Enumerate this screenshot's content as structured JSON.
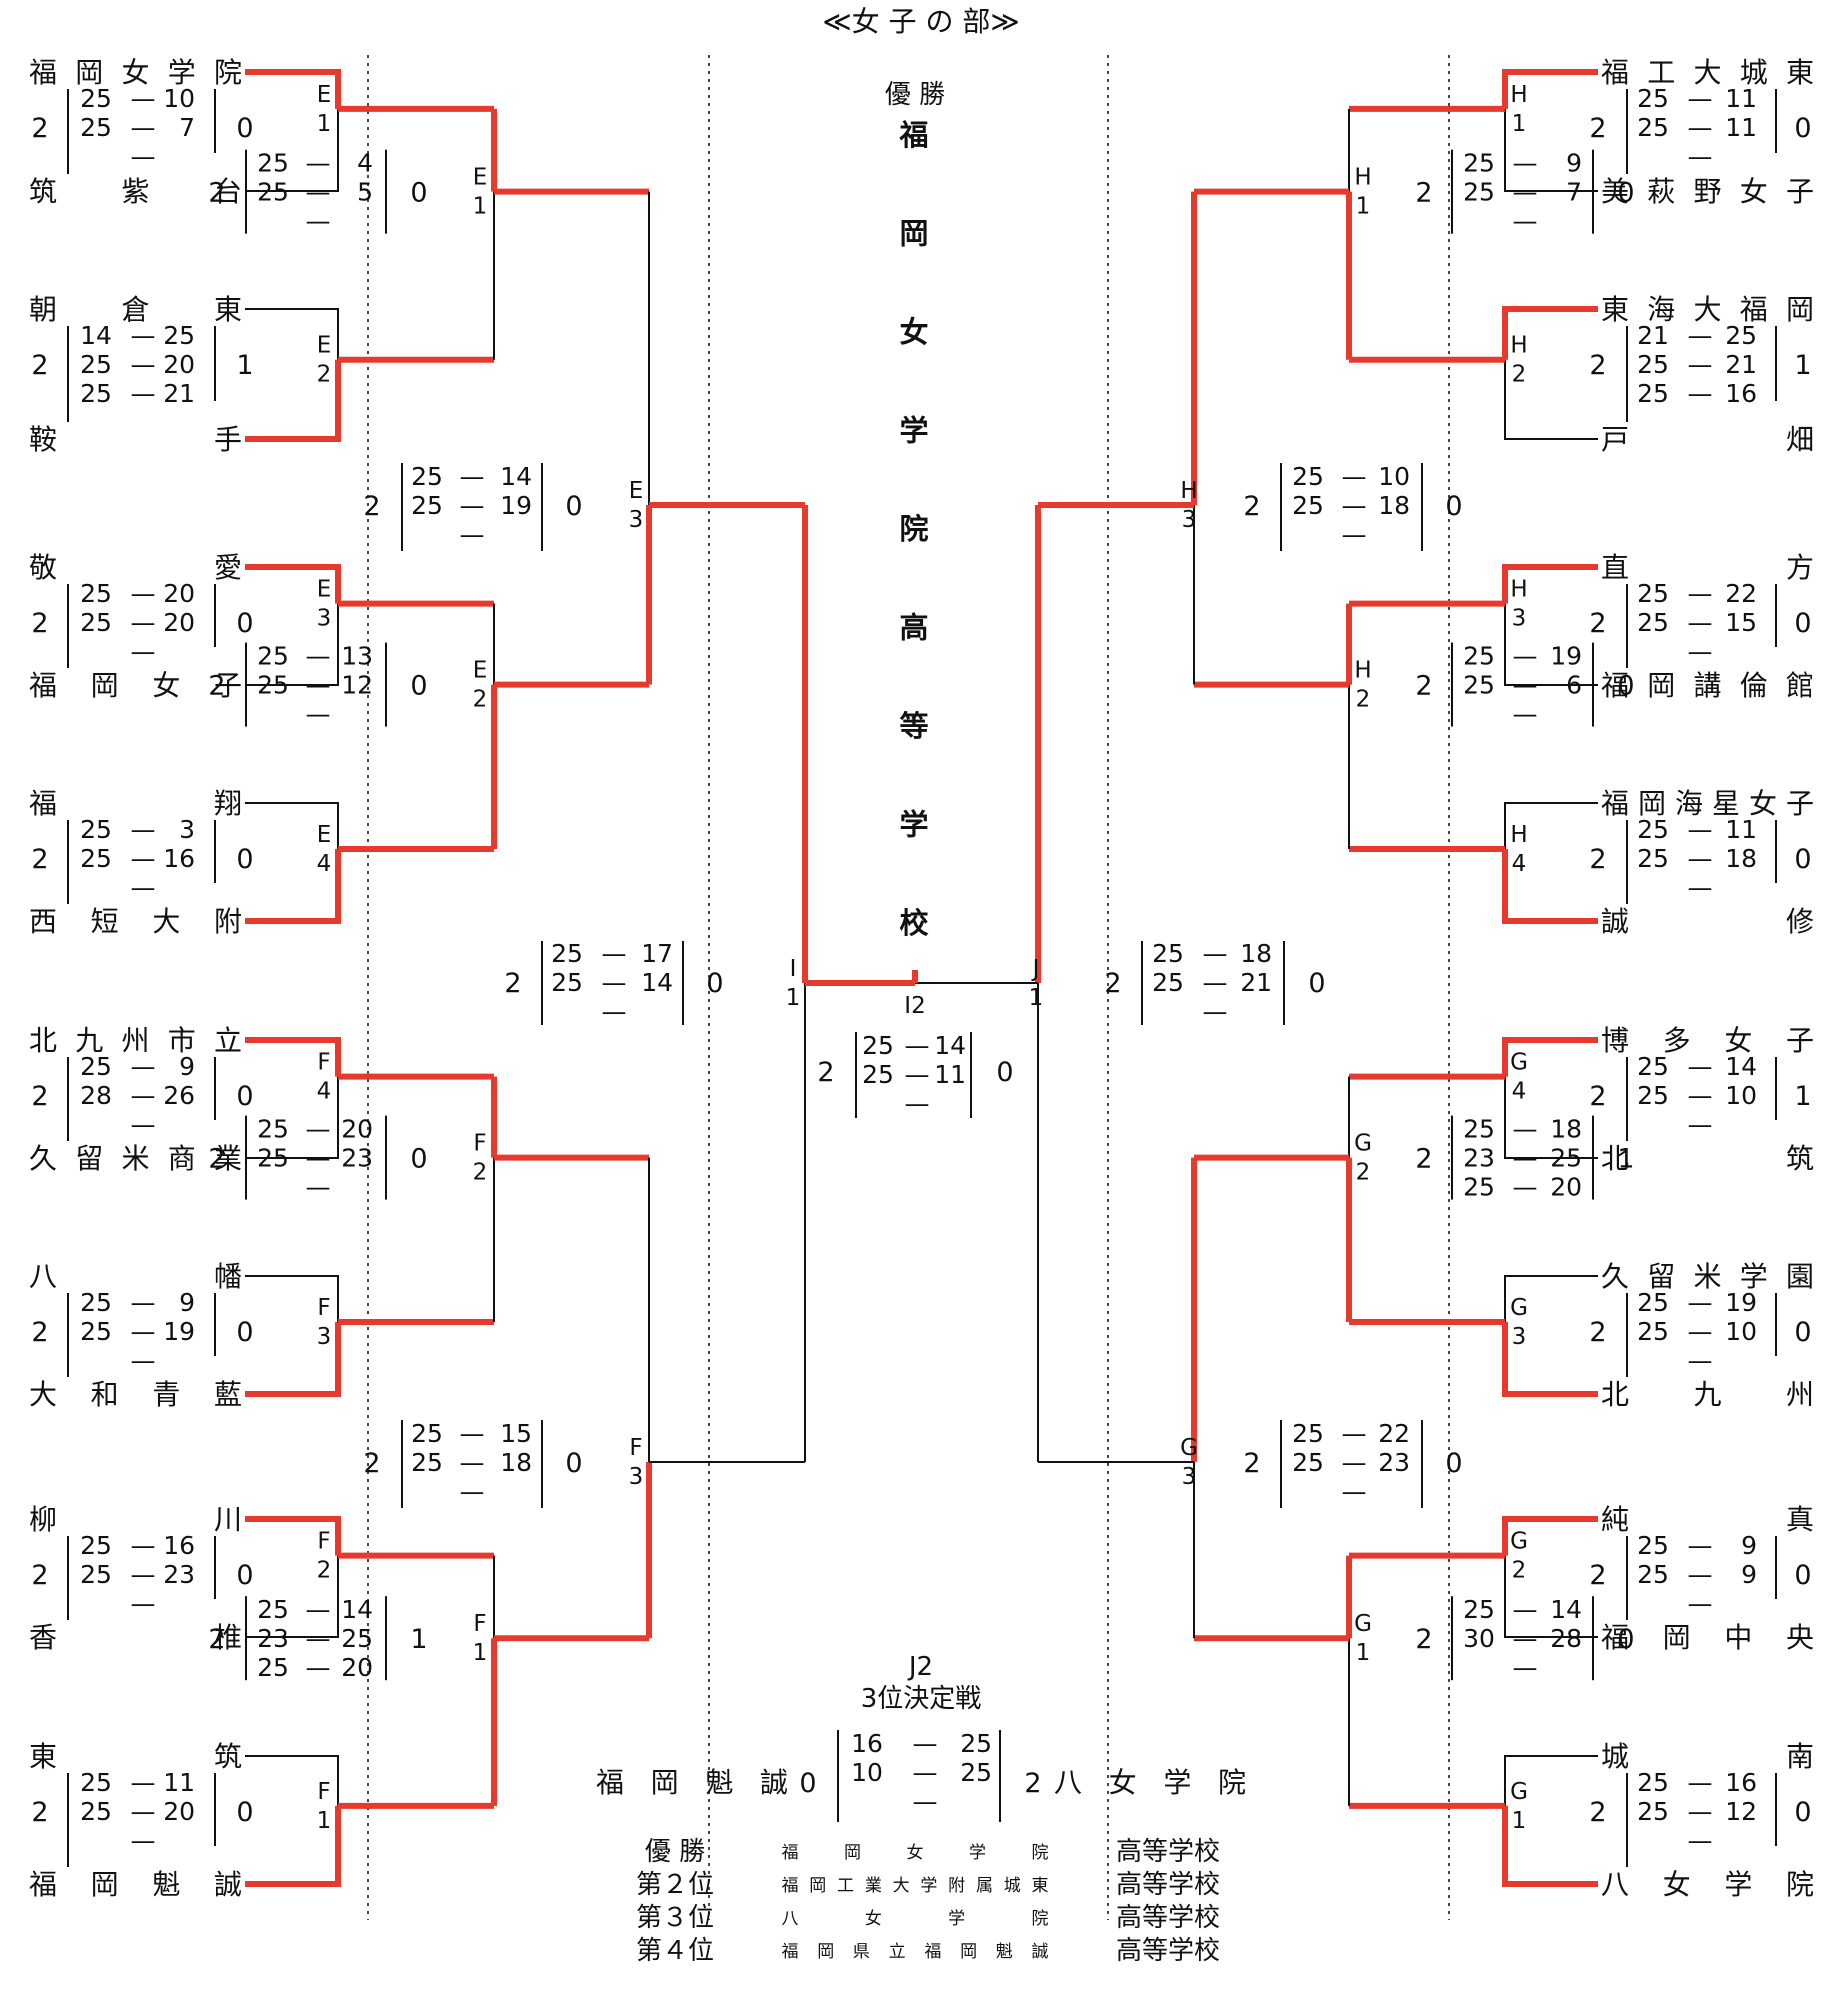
{
  "title": "≪女 子 の 部≫",
  "champion": {
    "label": "優 勝",
    "name_chars": [
      "福",
      "岡",
      "女",
      "学",
      "院",
      "高",
      "等",
      "学",
      "校"
    ]
  },
  "colors": {
    "winner_line": "#e63a2e",
    "line": "#111111",
    "dotted": "#444444"
  },
  "teams": {
    "left": [
      "福岡女学院",
      "筑紫台",
      "朝倉東",
      "鞍手",
      "敬愛",
      "福岡女子",
      "福翔",
      "西短大附",
      "北九州市立",
      "久留米商業",
      "八幡",
      "大和青藍",
      "柳川",
      "香椎",
      "東筑",
      "福岡魁誠"
    ],
    "right": [
      "福工大城東",
      "美萩野女子",
      "東海大福岡",
      "戸畑",
      "直方",
      "福岡講倫館",
      "福岡海星女子",
      "誠修",
      "博多女子",
      "北筑",
      "久留米学園",
      "北九州",
      "純真",
      "福岡中央",
      "城南",
      "八女学院"
    ]
  },
  "matches_r1": {
    "left": [
      {
        "code": [
          "E",
          "1"
        ],
        "a": "2",
        "b": "0",
        "sets": [
          [
            "25",
            "10"
          ],
          [
            "25",
            "7"
          ],
          [
            "",
            ""
          ]
        ]
      },
      {
        "code": [
          "E",
          "2"
        ],
        "a": "2",
        "b": "1",
        "sets": [
          [
            "14",
            "25"
          ],
          [
            "25",
            "20"
          ],
          [
            "25",
            "21"
          ]
        ]
      },
      {
        "code": [
          "E",
          "3"
        ],
        "a": "2",
        "b": "0",
        "sets": [
          [
            "25",
            "20"
          ],
          [
            "25",
            "20"
          ],
          [
            "",
            ""
          ]
        ]
      },
      {
        "code": [
          "E",
          "4"
        ],
        "a": "2",
        "b": "0",
        "sets": [
          [
            "25",
            "3"
          ],
          [
            "25",
            "16"
          ],
          [
            "",
            ""
          ]
        ]
      },
      {
        "code": [
          "F",
          "4"
        ],
        "a": "2",
        "b": "0",
        "sets": [
          [
            "25",
            "9"
          ],
          [
            "28",
            "26"
          ],
          [
            "",
            ""
          ]
        ]
      },
      {
        "code": [
          "F",
          "3"
        ],
        "a": "2",
        "b": "0",
        "sets": [
          [
            "25",
            "9"
          ],
          [
            "25",
            "19"
          ],
          [
            "",
            ""
          ]
        ]
      },
      {
        "code": [
          "F",
          "2"
        ],
        "a": "2",
        "b": "0",
        "sets": [
          [
            "25",
            "16"
          ],
          [
            "25",
            "23"
          ],
          [
            "",
            ""
          ]
        ]
      },
      {
        "code": [
          "F",
          "1"
        ],
        "a": "2",
        "b": "0",
        "sets": [
          [
            "25",
            "11"
          ],
          [
            "25",
            "20"
          ],
          [
            "",
            ""
          ]
        ]
      }
    ],
    "right": [
      {
        "code": [
          "H",
          "1"
        ],
        "a": "2",
        "b": "0",
        "sets": [
          [
            "25",
            "11"
          ],
          [
            "25",
            "11"
          ],
          [
            "",
            ""
          ]
        ]
      },
      {
        "code": [
          "H",
          "2"
        ],
        "a": "2",
        "b": "1",
        "sets": [
          [
            "21",
            "25"
          ],
          [
            "25",
            "21"
          ],
          [
            "25",
            "16"
          ]
        ]
      },
      {
        "code": [
          "H",
          "3"
        ],
        "a": "2",
        "b": "0",
        "sets": [
          [
            "25",
            "22"
          ],
          [
            "25",
            "15"
          ],
          [
            "",
            ""
          ]
        ]
      },
      {
        "code": [
          "H",
          "4"
        ],
        "a": "2",
        "b": "0",
        "sets": [
          [
            "25",
            "11"
          ],
          [
            "25",
            "18"
          ],
          [
            "",
            ""
          ]
        ]
      },
      {
        "code": [
          "G",
          "4"
        ],
        "a": "2",
        "b": "1",
        "sets": [
          [
            "25",
            "14"
          ],
          [
            "25",
            "10"
          ],
          [
            "",
            ""
          ]
        ]
      },
      {
        "code": [
          "G",
          "3"
        ],
        "a": "2",
        "b": "0",
        "sets": [
          [
            "25",
            "19"
          ],
          [
            "25",
            "10"
          ],
          [
            "",
            ""
          ]
        ]
      },
      {
        "code": [
          "G",
          "2"
        ],
        "a": "2",
        "b": "0",
        "sets": [
          [
            "25",
            "9"
          ],
          [
            "25",
            "9"
          ],
          [
            "",
            ""
          ]
        ]
      },
      {
        "code": [
          "G",
          "1"
        ],
        "a": "2",
        "b": "0",
        "sets": [
          [
            "25",
            "16"
          ],
          [
            "25",
            "12"
          ],
          [
            "",
            ""
          ]
        ]
      }
    ]
  },
  "matches_r2": {
    "left": [
      {
        "code": [
          "E",
          "1"
        ],
        "a": "2",
        "b": "0",
        "sets": [
          [
            "25",
            "4"
          ],
          [
            "25",
            "5"
          ],
          [
            "",
            ""
          ]
        ]
      },
      {
        "code": [
          "E",
          "2"
        ],
        "a": "2",
        "b": "0",
        "sets": [
          [
            "25",
            "13"
          ],
          [
            "25",
            "12"
          ],
          [
            "",
            ""
          ]
        ]
      },
      {
        "code": [
          "F",
          "2"
        ],
        "a": "2",
        "b": "0",
        "sets": [
          [
            "25",
            "20"
          ],
          [
            "25",
            "23"
          ],
          [
            "",
            ""
          ]
        ]
      },
      {
        "code": [
          "F",
          "1"
        ],
        "a": "2",
        "b": "1",
        "sets": [
          [
            "25",
            "14"
          ],
          [
            "23",
            "25"
          ],
          [
            "25",
            "20"
          ]
        ]
      }
    ],
    "right": [
      {
        "code": [
          "H",
          "1"
        ],
        "a": "2",
        "b": "0",
        "sets": [
          [
            "25",
            "9"
          ],
          [
            "25",
            "7"
          ],
          [
            "",
            ""
          ]
        ]
      },
      {
        "code": [
          "H",
          "2"
        ],
        "a": "2",
        "b": "0",
        "sets": [
          [
            "25",
            "19"
          ],
          [
            "25",
            "6"
          ],
          [
            "",
            ""
          ]
        ]
      },
      {
        "code": [
          "G",
          "2"
        ],
        "a": "2",
        "b": "1",
        "sets": [
          [
            "25",
            "18"
          ],
          [
            "23",
            "25"
          ],
          [
            "25",
            "20"
          ]
        ]
      },
      {
        "code": [
          "G",
          "1"
        ],
        "a": "2",
        "b": "0",
        "sets": [
          [
            "25",
            "14"
          ],
          [
            "30",
            "28"
          ],
          [
            "",
            ""
          ]
        ]
      }
    ]
  },
  "matches_r3": {
    "left": [
      {
        "code": [
          "E",
          "3"
        ],
        "a": "2",
        "b": "0",
        "sets": [
          [
            "25",
            "14"
          ],
          [
            "25",
            "19"
          ],
          [
            "",
            ""
          ]
        ]
      },
      {
        "code": [
          "F",
          "3"
        ],
        "a": "2",
        "b": "0",
        "sets": [
          [
            "25",
            "15"
          ],
          [
            "25",
            "18"
          ],
          [
            "",
            ""
          ]
        ]
      }
    ],
    "right": [
      {
        "code": [
          "H",
          "3"
        ],
        "a": "2",
        "b": "0",
        "sets": [
          [
            "25",
            "10"
          ],
          [
            "25",
            "18"
          ],
          [
            "",
            ""
          ]
        ]
      },
      {
        "code": [
          "G",
          "3"
        ],
        "a": "2",
        "b": "0",
        "sets": [
          [
            "25",
            "22"
          ],
          [
            "25",
            "23"
          ],
          [
            "",
            ""
          ]
        ]
      }
    ]
  },
  "semis": {
    "left": {
      "code": [
        "I",
        "1"
      ],
      "a": "2",
      "b": "0",
      "sets": [
        [
          "25",
          "17"
        ],
        [
          "25",
          "14"
        ],
        [
          "",
          ""
        ]
      ]
    },
    "right": {
      "code": [
        "J",
        "1"
      ],
      "a": "2",
      "b": "0",
      "sets": [
        [
          "25",
          "18"
        ],
        [
          "25",
          "21"
        ],
        [
          "",
          ""
        ]
      ]
    }
  },
  "final": {
    "code": "I2",
    "a": "2",
    "b": "0",
    "sets": [
      [
        "25",
        "14"
      ],
      [
        "25",
        "11"
      ],
      [
        "",
        ""
      ]
    ]
  },
  "third_place": {
    "code": "J2",
    "title": "3位決定戦",
    "team_a": "福岡魁誠",
    "team_b": "八女学院",
    "a": "0",
    "b": "2",
    "sets": [
      [
        "16",
        "25"
      ],
      [
        "10",
        "25"
      ],
      [
        "",
        ""
      ]
    ]
  },
  "standings": [
    {
      "rank": "優 勝",
      "school": "福岡女学院",
      "suffix": "高等学校"
    },
    {
      "rank": "第２位",
      "school": "福岡工業大学附属城東",
      "suffix": "高等学校"
    },
    {
      "rank": "第３位",
      "school": "八女学院",
      "suffix": "高等学校"
    },
    {
      "rank": "第４位",
      "school": "福岡県立福岡魁誠",
      "suffix": "高等学校"
    }
  ]
}
